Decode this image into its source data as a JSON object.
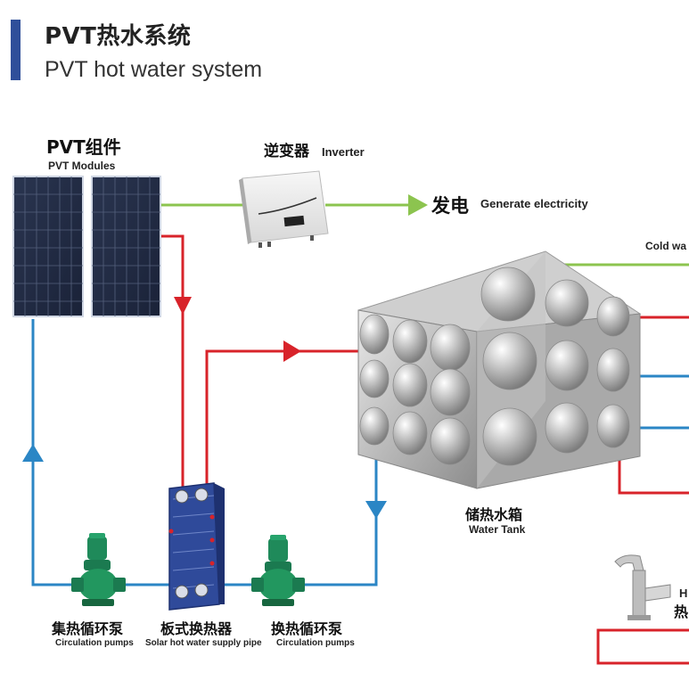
{
  "header": {
    "title_cn": "PVT热水系统",
    "title_en": "PVT hot water system"
  },
  "labels": {
    "pvt_modules_cn": "PVT组件",
    "pvt_modules_en": "PVT Modules",
    "inverter_cn": "逆变器",
    "inverter_en": "Inverter",
    "generate_cn": "发电",
    "generate_en": "Generate electricity",
    "cold_water_en": "Cold wa",
    "water_tank_cn": "储热水箱",
    "water_tank_en": "Water Tank",
    "pump_left_cn": "集热循环泵",
    "pump_left_en": "Circulation pumps",
    "heat_exchanger_cn": "板式换热器",
    "heat_exchanger_en": "Solar hot water supply pipe",
    "pump_right_cn": "换热循环泵",
    "pump_right_en": "Circulation pumps",
    "faucet_en": "H",
    "faucet_cn": "热"
  },
  "colors": {
    "accent_bar": "#2f4f9a",
    "hot_pipe": "#d8232a",
    "cold_pipe": "#2b86c5",
    "electric_line": "#8cc44f",
    "pump_green": "#1f8a5a",
    "exchanger_blue": "#2f4a9a"
  }
}
